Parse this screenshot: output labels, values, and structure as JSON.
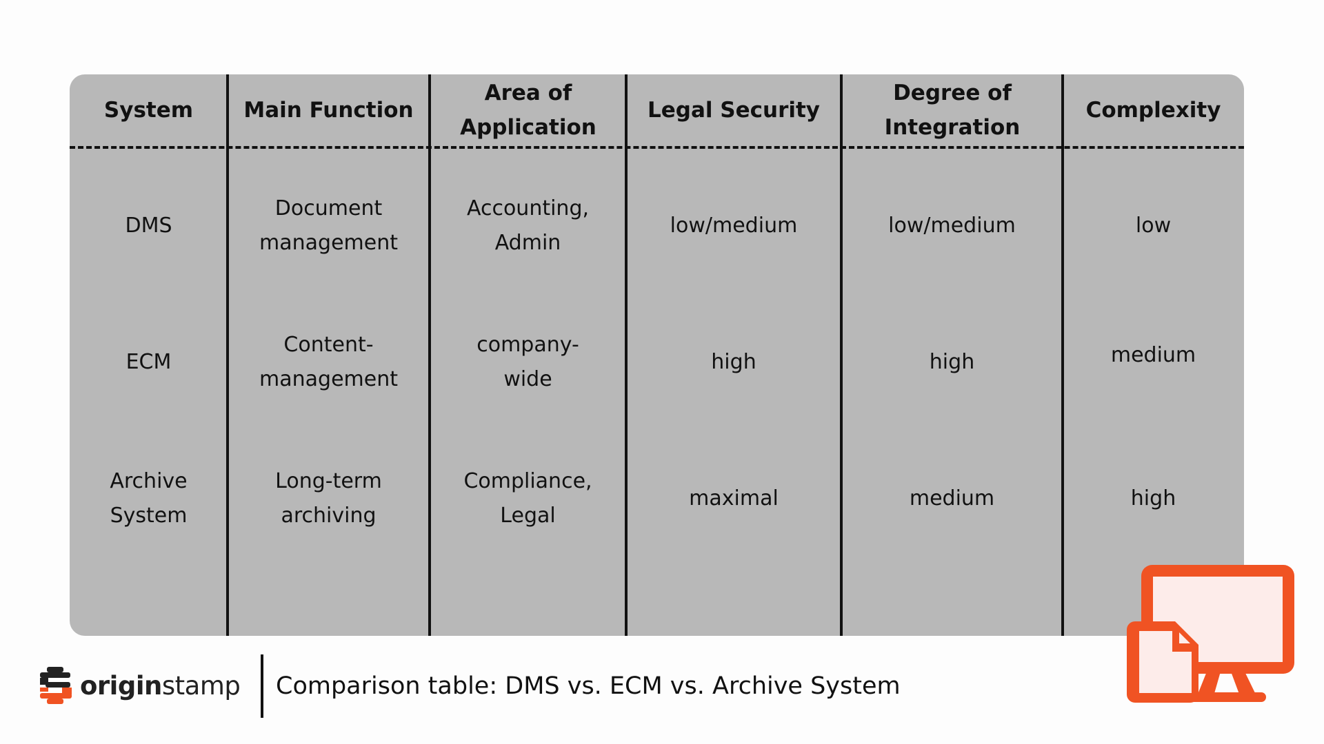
{
  "table": {
    "headers": [
      "System",
      "Main Function",
      "Area of Application",
      "Legal Security",
      "Degree of Integration",
      "Complexity"
    ],
    "rows": [
      [
        "DMS",
        "Document management",
        "Accounting, Admin",
        "low/medium",
        "low/medium",
        "low"
      ],
      [
        "ECM",
        "Content-management",
        "company-wide",
        "high",
        "high",
        "medium"
      ],
      [
        "Archive System",
        "Long-term archiving",
        "Compliance, Legal",
        "maximal",
        "medium",
        "high"
      ]
    ]
  },
  "footer": {
    "logo_text_bold": "origin",
    "logo_text_light": "stamp",
    "caption": "Comparison table: DMS vs. ECM vs. Archive System"
  },
  "illustration": {
    "icon": "monitor-document-icon",
    "accent_color": "#f05323",
    "fill_color": "#fdecea"
  },
  "colors": {
    "table_bg": "#b8b8b8",
    "page_bg": "#fdfdfd",
    "text": "#111111"
  }
}
